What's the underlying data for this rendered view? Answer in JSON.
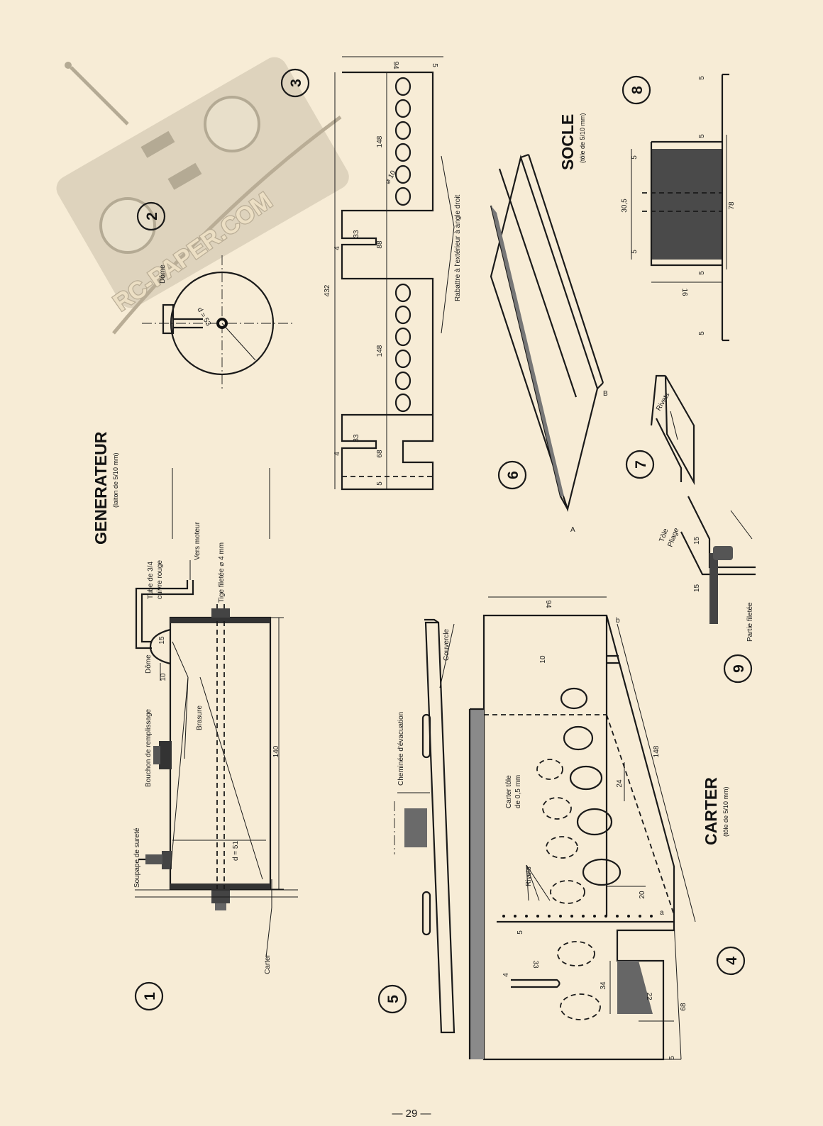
{
  "titles": {
    "generateur": "GENERATEUR",
    "generateur_sub": "(laiton de 5/10 mm)",
    "socle": "SOCLE",
    "socle_sub": "(tôle de 5/10 mm)",
    "carter": "CARTER",
    "carter_sub": "(tôle de 5/10 mm)"
  },
  "figure_numbers": [
    "1",
    "2",
    "3",
    "4",
    "5",
    "6",
    "7",
    "8",
    "9"
  ],
  "watermark": "RC-PAPER.COM",
  "labels": {
    "soupape": "Soupape de sureté",
    "bouchon": "Bouchon de remplissage",
    "brasure": "Brasure",
    "dome": "Dôme",
    "tube": "Tube de 3/4",
    "cuivre": "cuivre rouge",
    "vers_moteur": "Vers moteur",
    "tige": "Tige filetée ⌀ 4 mm",
    "carter_label": "Carter",
    "dome2": "Dôme",
    "rabattre": "Rabattre à l'extérieur à angle droit",
    "cheminee": "Cheminée d'évacuation",
    "couvercle": "Couvercle",
    "rivets4": "Rivets",
    "carter_tole": "Carter tôle",
    "carter_tole2": "de 0,5 mm",
    "rivets7": "Rivets",
    "tole_pliage": "Tôle",
    "tole_pliage2": "Pliage",
    "partie_filetee": "Partie filetée",
    "pt_a": "A",
    "pt_b": "B",
    "pt_a4": "a",
    "pt_b4": "b"
  },
  "dims": {
    "f1_d51": "d = 51",
    "f1_140": "140",
    "f1_10": "10",
    "f1_15": "15",
    "f2_d53": "d = 53",
    "f3_94": "94",
    "f3_5a": "5",
    "f3_148a": "148",
    "f3_10": "⌀ 10",
    "f3_33a": "33",
    "f3_4a": "4",
    "f3_88": "88",
    "f3_432": "432",
    "f3_148b": "148",
    "f3_33b": "33",
    "f3_4b": "4",
    "f3_68": "68",
    "f3_5b": "5",
    "f4_94": "94",
    "f4_10": "10",
    "f4_148": "148",
    "f4_24": "24",
    "f4_20": "20",
    "f4_5": "5",
    "f4_33": "33",
    "f4_4": "4",
    "f4_34": "34",
    "f4_22": "22",
    "f4_68": "68",
    "f4_5b": "5",
    "f8_5a": "5",
    "f8_5b": "5",
    "f8_5c": "5",
    "f8_30": "30,5",
    "f8_5d": "5",
    "f8_78": "78",
    "f8_5e": "5",
    "f8_16": "16",
    "f8_5f": "5",
    "f9_15a": "15",
    "f9_15b": "15"
  },
  "page_number": "— 29 —"
}
